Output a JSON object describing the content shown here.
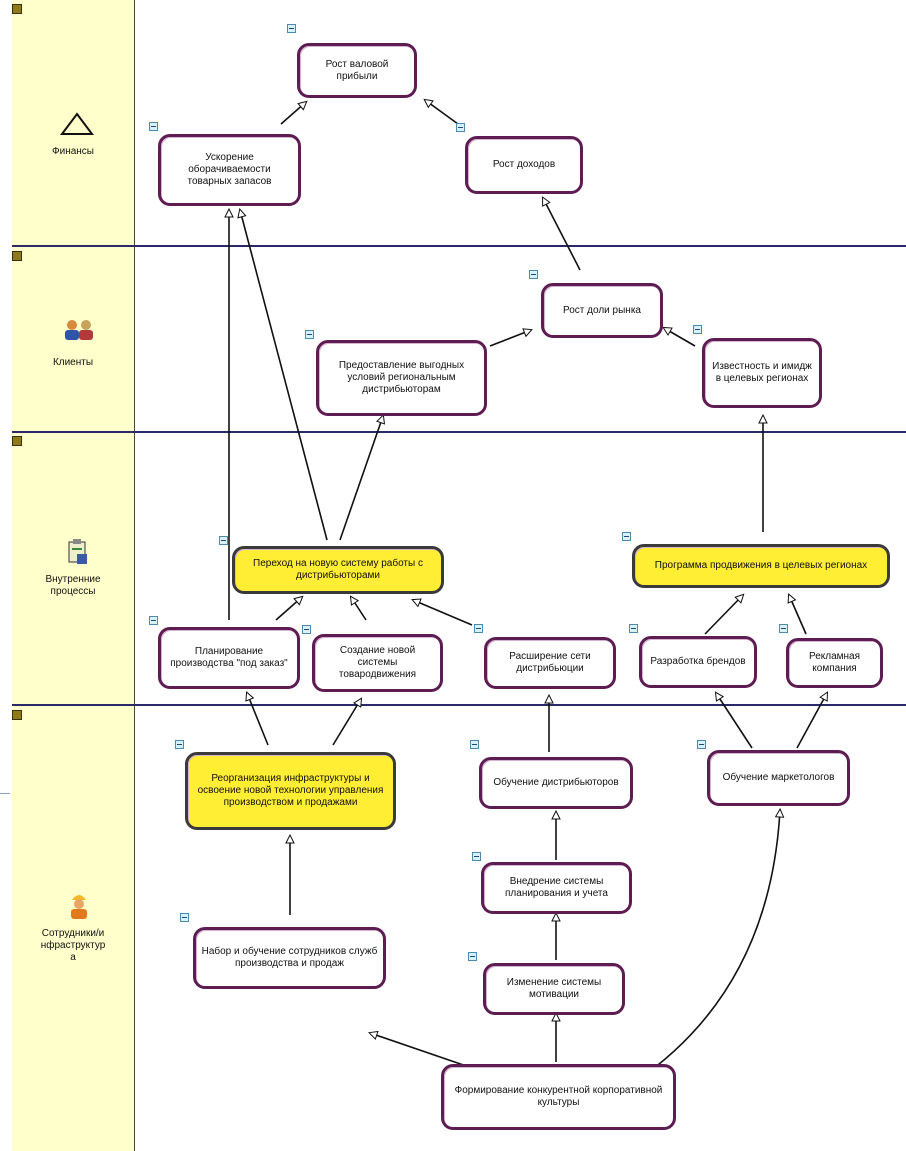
{
  "lanes": [
    {
      "label": "Финансы"
    },
    {
      "label": "Клиенты"
    },
    {
      "label_line1": "Внутренние",
      "label_line2": "процессы"
    },
    {
      "label_line1": "Сотрудники/и",
      "label_line2": "нфраструктур",
      "label_line3": "а"
    }
  ],
  "nodes": {
    "gross_profit": "Рост валовой прибыли",
    "inventory_turnover": "Ускорение оборачиваемости товарных запасов",
    "revenue_growth": "Рост доходов",
    "market_share": "Рост доли рынка",
    "favorable_terms": "Предоставление выгодных условий региональным дистрибьюторам",
    "awareness": "Известность и имидж в целевых регионах",
    "new_distributor_system": "Переход на новую систему работы с дистрибьюторами",
    "promotion_program": "Программа продвижения в целевых регионах",
    "make_to_order": "Планирование производства \"под заказ\"",
    "new_distribution_system": "Создание новой системы товародвижения",
    "network_expansion": "Расширение сети дистрибьюции",
    "brand_development": "Разработка брендов",
    "ad_campaign": "Рекламная компания",
    "infrastructure_reorg": "Реорганизация инфраструктуры и освоение новой технологии управления производством и продажами",
    "distributor_training": "Обучение дистрибьюторов",
    "marketer_training": "Обучение маркетологов",
    "planning_system": "Внедрение системы планирования и учета",
    "staff_recruitment": "Набор и обучение сотрудников служб производства и продаж",
    "motivation_change": "Изменение системы мотивации",
    "corporate_culture": "Формирование конкурентной корпоративной культуры"
  }
}
